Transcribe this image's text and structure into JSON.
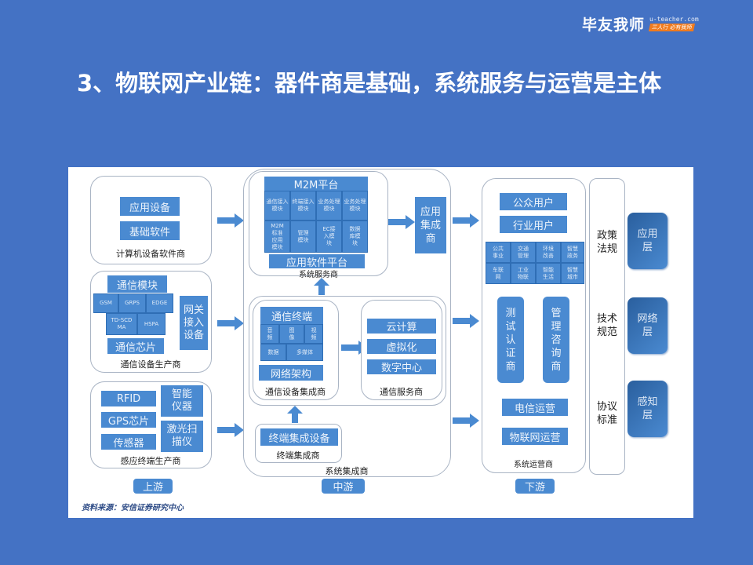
{
  "brand": {
    "name": "毕友我师",
    "url": "u-teacher.com",
    "slogan": "三人行 必有我师"
  },
  "title": "3、物联网产业链：器件商是基础，系统服务与运营是主体",
  "colors": {
    "background": "#4472c4",
    "box_blue": "#4a8ad1",
    "layer_dark": "#2a5f9e",
    "slogan_orange": "#f07b1e"
  },
  "upstream": {
    "computer": {
      "items": [
        "应用设备",
        "基础软件"
      ],
      "label": "计算机设备软件商"
    },
    "comm_device": {
      "module_title": "通信模块",
      "modules": [
        "GSM",
        "GRPS",
        "EDGE",
        "TD-SCDMA",
        "HSPA"
      ],
      "chip": "通信芯片",
      "gateway": "网关接入设备",
      "label": "通信设备生产商"
    },
    "sensing": {
      "items": [
        "RFID",
        "GPS芯片",
        "传感器"
      ],
      "right_items": [
        "智能仪器",
        "激光扫描仪"
      ],
      "label": "感应终端生产商"
    },
    "tag": "上游"
  },
  "midstream": {
    "m2m": {
      "title": "M2M平台",
      "cells": [
        "通信接入模块",
        "终端接入模块",
        "业务处理模块",
        "业务处理模块",
        "M2M标准应用模块",
        "管理模块",
        "EC接入模块",
        "数据库模块"
      ],
      "app_platform": "应用软件平台",
      "label": "系统服务商"
    },
    "app_integrator": "应用集成商",
    "comm_integrator": {
      "terminal_title": "通信终端",
      "cells": [
        "音频",
        "图像",
        "视频",
        "数据",
        "多媒体"
      ],
      "network": "网络架构",
      "label": "通信设备集成商"
    },
    "comm_service": {
      "items": [
        "云计算",
        "虚拟化",
        "数字中心"
      ],
      "label": "通信服务商"
    },
    "terminal_integrator": {
      "item": "终端集成设备",
      "label": "终端集成商"
    },
    "system_integrator_label": "系统集成商",
    "tag": "中游"
  },
  "downstream": {
    "users": [
      "公众用户",
      "行业用户"
    ],
    "apps": [
      "公共事业",
      "交通管理",
      "环境改善",
      "智慧政务",
      "车联网",
      "工业物联",
      "智能生活",
      "智慧城市"
    ],
    "test": "测试认证商",
    "consult": "管理咨询商",
    "ops": [
      "电信运营",
      "物联网运营"
    ],
    "label": "系统运营商",
    "tag": "下游"
  },
  "standards": [
    "政策法规",
    "技术规范",
    "协议标准"
  ],
  "layers": [
    "应用层",
    "网络层",
    "感知层"
  ],
  "source": "资料来源：安信证券研究中心"
}
